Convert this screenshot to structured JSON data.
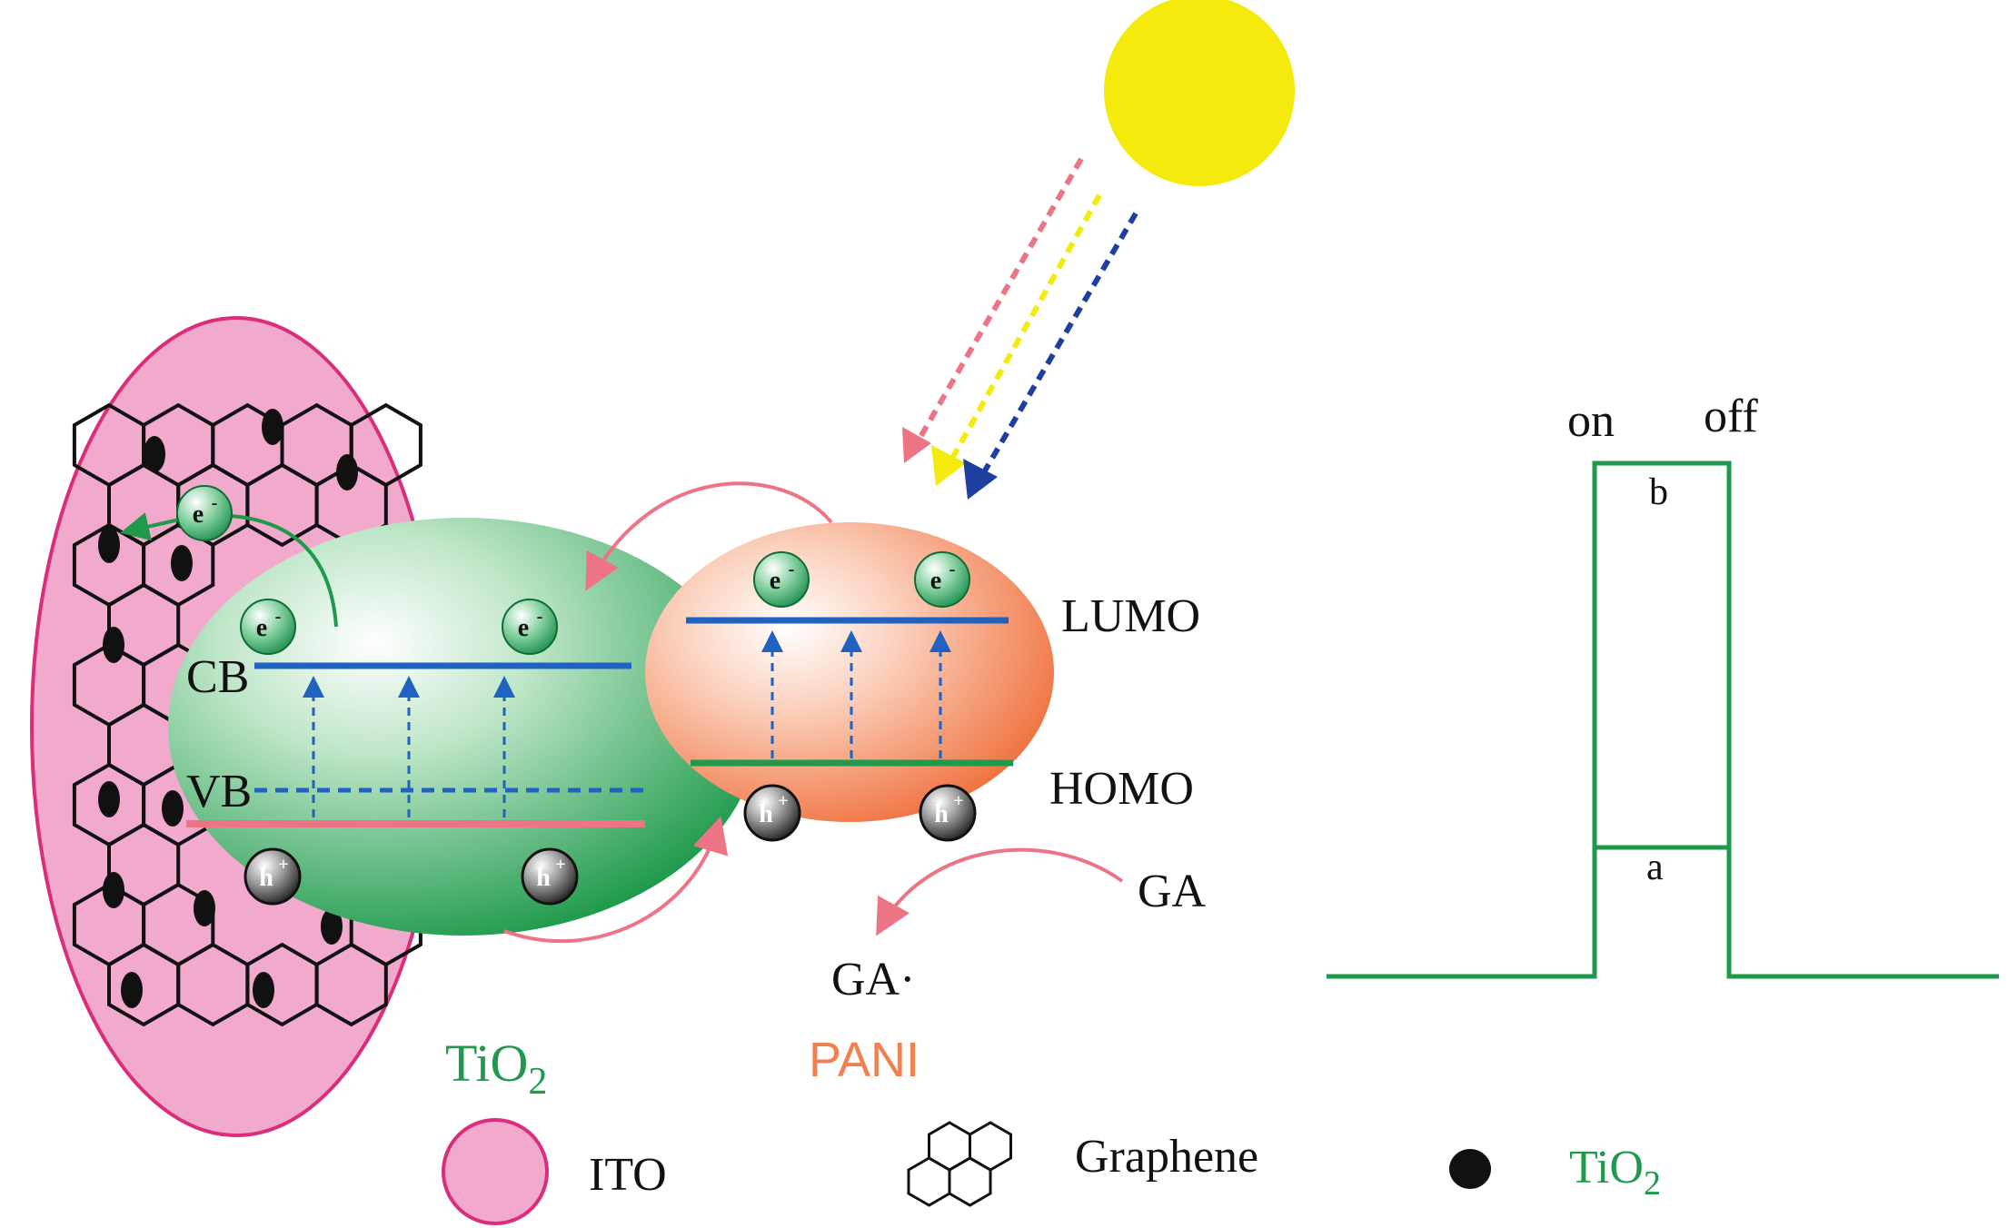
{
  "colors": {
    "green": "#1f9a4c",
    "pink": "#f1a9cc",
    "pink_stroke": "#dc2d7c",
    "orange": "#f08050",
    "blue": "#1f62c0",
    "sun": "#f4ea0c",
    "curve_pink": "#ec7485",
    "black": "#111111"
  },
  "tio2_particle": {
    "cb_label": "CB",
    "vb_label": "VB",
    "electron_label": "e",
    "hole_label": "h",
    "electron_charge": "-",
    "hole_charge": "+"
  },
  "pani_particle": {
    "lumo_label": "LUMO",
    "homo_label": "HOMO"
  },
  "reaction": {
    "reactant": "GA",
    "product": "GA·"
  },
  "labels": {
    "tio2_main": "TiO",
    "tio2_sub": "2",
    "pani": "PANI"
  },
  "legend": [
    {
      "icon": "pink-circle-icon",
      "label": "ITO"
    },
    {
      "icon": "graphene-icon",
      "label": "Graphene"
    },
    {
      "icon": "black-dot-icon",
      "label_main": "TiO",
      "label_sub": "2"
    }
  ],
  "response_plot": {
    "on_label": "on",
    "off_label": "off",
    "curve_b_label": "b",
    "curve_a_label": "a"
  }
}
